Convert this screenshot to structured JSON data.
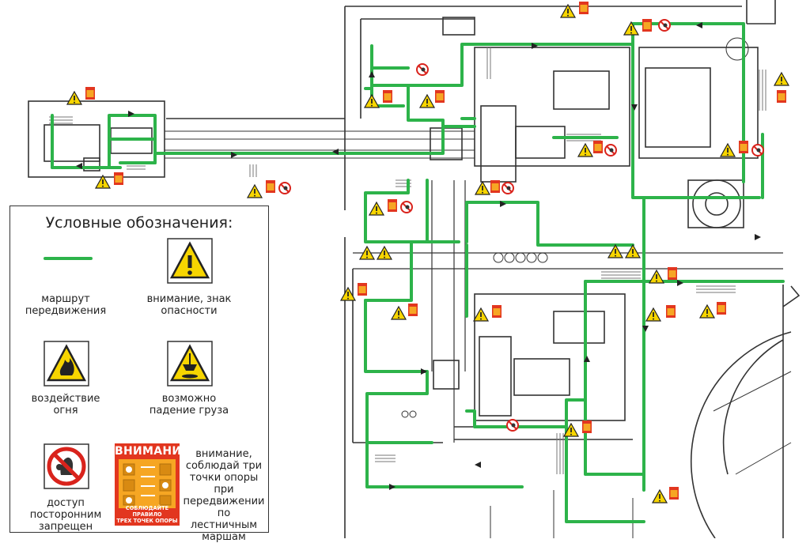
{
  "legend": {
    "title": "Условные обозначения:",
    "items": [
      {
        "key": "route",
        "label": "маршрут передвижения"
      },
      {
        "key": "warning",
        "label": "внимание, знак опасности"
      },
      {
        "key": "fire",
        "label": "воздействие огня"
      },
      {
        "key": "falling-load",
        "label": "возможно падение груза"
      },
      {
        "key": "no-entry",
        "label": "доступ посторонним запрещен"
      },
      {
        "key": "three-points",
        "label": "внимание, соблюдай три точки опоры при передвижении по лестничным маршам"
      }
    ],
    "badge": {
      "heading": "ВНИМАНИЕ",
      "footer_line1": "СОБЛЮДАЙТЕ ПРАВИЛО",
      "footer_line2": "ТРЕХ ТОЧЕК ОПОРЫ"
    }
  },
  "colors": {
    "route": "#2db34a",
    "warning": "#f7d500",
    "prohibition": "#d9231c",
    "badge": "#e2361f",
    "badge_panel": "#f6a623",
    "walls": "#333333"
  }
}
